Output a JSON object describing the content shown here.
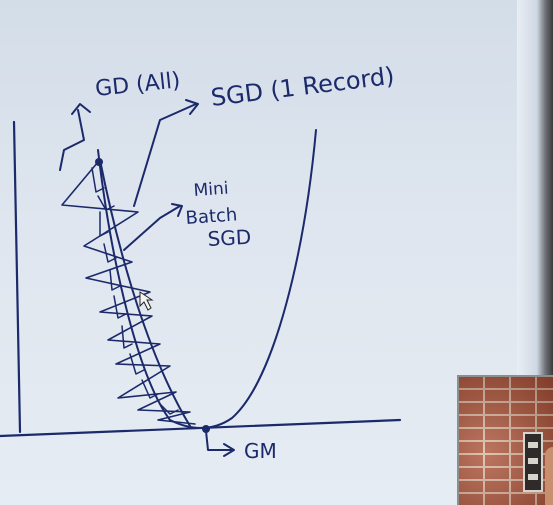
{
  "labels": {
    "gd": "GD (All)",
    "sgd": "SGD (1 Record)",
    "mini": "Mini",
    "batch": "Batch",
    "mini_sgd": "SGD",
    "gm": "GM"
  },
  "colors": {
    "ink": "#1c2a6b",
    "paper": "#dfe6ee",
    "brick": "#a6513a"
  },
  "icons": {
    "cursor": "pointer-cursor-icon"
  }
}
